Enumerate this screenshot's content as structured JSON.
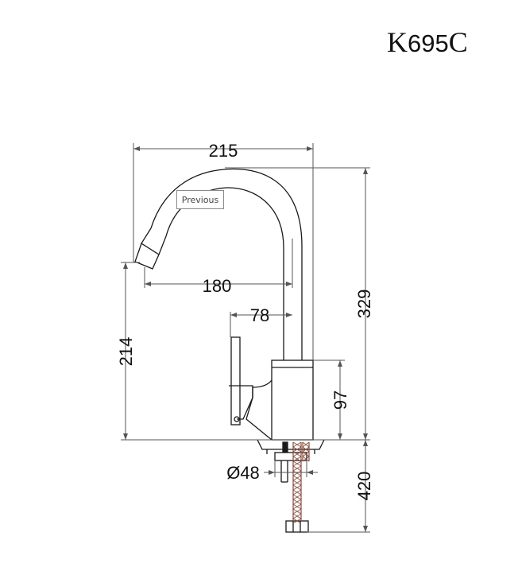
{
  "title": {
    "prefix": "K",
    "number": "695",
    "suffix": "C"
  },
  "tooltip": {
    "label": "Previous"
  },
  "dimensions": {
    "spout_width": "215",
    "total_height": "329",
    "spout_reach": "180",
    "handle_offset": "78",
    "spout_height": "214",
    "body_height": "97",
    "base_diameter": "Ø48",
    "hose_length": "420"
  },
  "colors": {
    "line": "#1a1a1a",
    "dim_line": "#555555",
    "hose": "#8b4a3a"
  }
}
